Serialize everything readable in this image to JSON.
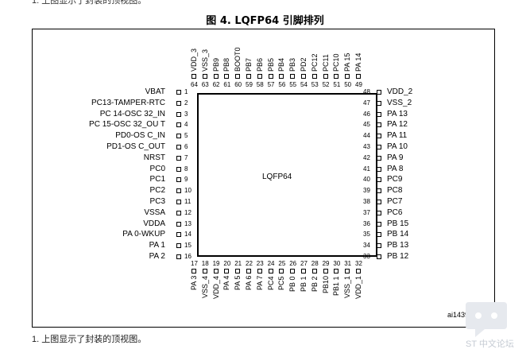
{
  "page_top_text": "1. 上图显示了封装的顶视图。",
  "figure_title": "图 4. LQFP64 引脚排列",
  "package_label": "LQFP64",
  "figure_id": "ai14392",
  "footnote": "1.   上图显示了封装的顶视图。",
  "watermark_text": "ST 中文论坛",
  "pins": {
    "left": [
      {
        "num": "1",
        "name": "VBAT"
      },
      {
        "num": "2",
        "name": "PC13-TAMPER-RTC"
      },
      {
        "num": "3",
        "name": "PC 14-OSC 32_IN"
      },
      {
        "num": "4",
        "name": "PC 15-OSC 32_OU T"
      },
      {
        "num": "5",
        "name": "PD0-OS C_IN"
      },
      {
        "num": "6",
        "name": "PD1-OS C_OUT"
      },
      {
        "num": "7",
        "name": "NRST"
      },
      {
        "num": "8",
        "name": "PC0"
      },
      {
        "num": "9",
        "name": "PC1"
      },
      {
        "num": "10",
        "name": "PC2"
      },
      {
        "num": "11",
        "name": "PC3"
      },
      {
        "num": "12",
        "name": "VSSA"
      },
      {
        "num": "13",
        "name": "VDDA"
      },
      {
        "num": "14",
        "name": "PA 0-WKUP"
      },
      {
        "num": "15",
        "name": "PA 1"
      },
      {
        "num": "16",
        "name": "PA 2"
      }
    ],
    "bottom": [
      {
        "num": "17",
        "name": "PA 3"
      },
      {
        "num": "18",
        "name": "VSS_4"
      },
      {
        "num": "19",
        "name": "VDD_4"
      },
      {
        "num": "20",
        "name": "PA 4"
      },
      {
        "num": "21",
        "name": "PA 5"
      },
      {
        "num": "22",
        "name": "PA 6"
      },
      {
        "num": "23",
        "name": "PA 7"
      },
      {
        "num": "24",
        "name": "PC4"
      },
      {
        "num": "25",
        "name": "PC5"
      },
      {
        "num": "26",
        "name": "PB 0"
      },
      {
        "num": "27",
        "name": "PB 1"
      },
      {
        "num": "28",
        "name": "PB 2"
      },
      {
        "num": "29",
        "name": "PB10"
      },
      {
        "num": "30",
        "name": "PB1 1"
      },
      {
        "num": "31",
        "name": "VSS_1"
      },
      {
        "num": "32",
        "name": "VDD_1"
      }
    ],
    "right": [
      {
        "num": "48",
        "name": "VDD_2"
      },
      {
        "num": "47",
        "name": "VSS_2"
      },
      {
        "num": "46",
        "name": "PA 13"
      },
      {
        "num": "45",
        "name": "PA 12"
      },
      {
        "num": "44",
        "name": "PA 11"
      },
      {
        "num": "43",
        "name": "PA 10"
      },
      {
        "num": "42",
        "name": "PA 9"
      },
      {
        "num": "41",
        "name": "PA 8"
      },
      {
        "num": "40",
        "name": "PC9"
      },
      {
        "num": "39",
        "name": "PC8"
      },
      {
        "num": "38",
        "name": "PC7"
      },
      {
        "num": "37",
        "name": "PC6"
      },
      {
        "num": "36",
        "name": "PB 15"
      },
      {
        "num": "35",
        "name": "PB 14"
      },
      {
        "num": "34",
        "name": "PB 13"
      },
      {
        "num": "33",
        "name": "PB 12"
      }
    ],
    "top": [
      {
        "num": "64",
        "name": "VDD_3"
      },
      {
        "num": "63",
        "name": "VSS_3"
      },
      {
        "num": "62",
        "name": "PB9"
      },
      {
        "num": "61",
        "name": "PB8"
      },
      {
        "num": "60",
        "name": "BOOT0"
      },
      {
        "num": "59",
        "name": "PB7"
      },
      {
        "num": "58",
        "name": "PB6"
      },
      {
        "num": "57",
        "name": "PB5"
      },
      {
        "num": "56",
        "name": "PB4"
      },
      {
        "num": "55",
        "name": "PB3"
      },
      {
        "num": "54",
        "name": "PD2"
      },
      {
        "num": "53",
        "name": "PC12"
      },
      {
        "num": "52",
        "name": "PC11"
      },
      {
        "num": "51",
        "name": "PC10"
      },
      {
        "num": "50",
        "name": "PA 15"
      },
      {
        "num": "49",
        "name": "PA 14"
      }
    ]
  }
}
